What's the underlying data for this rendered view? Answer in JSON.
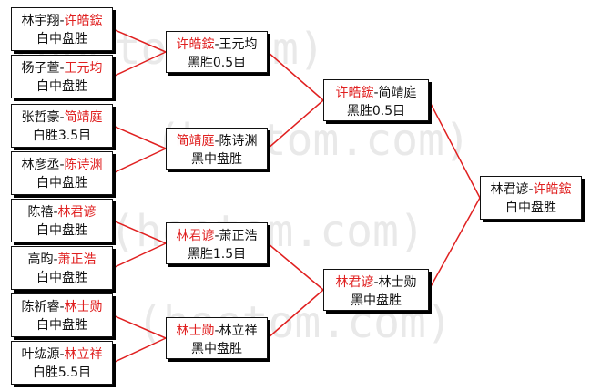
{
  "watermark": "(hoetom.com)",
  "colors": {
    "winner": "#e02020",
    "line": "#e02020",
    "text": "#111111",
    "watermark": "#e9e9e9"
  },
  "round1": [
    {
      "p1": "林宇翔",
      "p2": "许皓鋐",
      "winner": 2,
      "result": "白中盘胜"
    },
    {
      "p1": "杨子萱",
      "p2": "王元均",
      "winner": 2,
      "result": "白中盘胜"
    },
    {
      "p1": "张哲豪",
      "p2": "简靖庭",
      "winner": 2,
      "result": "白胜3.5目"
    },
    {
      "p1": "林彦丞",
      "p2": "陈诗渊",
      "winner": 2,
      "result": "白中盘胜"
    },
    {
      "p1": "陈禧",
      "p2": "林君谚",
      "winner": 2,
      "result": "白中盘胜"
    },
    {
      "p1": "高昀",
      "p2": "萧正浩",
      "winner": 2,
      "result": "白中盘胜"
    },
    {
      "p1": "陈祈睿",
      "p2": "林士勋",
      "winner": 2,
      "result": "白中盘胜"
    },
    {
      "p1": "叶纮源",
      "p2": "林立祥",
      "winner": 2,
      "result": "白胜5.5目"
    }
  ],
  "round2": [
    {
      "p1": "许皓鋐",
      "p2": "王元均",
      "winner": 1,
      "result": "黑胜0.5目"
    },
    {
      "p1": "简靖庭",
      "p2": "陈诗渊",
      "winner": 1,
      "result": "黑中盘胜"
    },
    {
      "p1": "林君谚",
      "p2": "萧正浩",
      "winner": 1,
      "result": "黑胜1.5目"
    },
    {
      "p1": "林士勋",
      "p2": "林立祥",
      "winner": 1,
      "result": "黑中盘胜"
    }
  ],
  "round3": [
    {
      "p1": "许皓鋐",
      "p2": "简靖庭",
      "winner": 1,
      "result": "黑胜0.5目"
    },
    {
      "p1": "林君谚",
      "p2": "林士勋",
      "winner": 1,
      "result": "黑中盘胜"
    }
  ],
  "final": [
    {
      "p1": "林君谚",
      "p2": "许皓鋐",
      "winner": 2,
      "result": "白中盘胜"
    }
  ]
}
